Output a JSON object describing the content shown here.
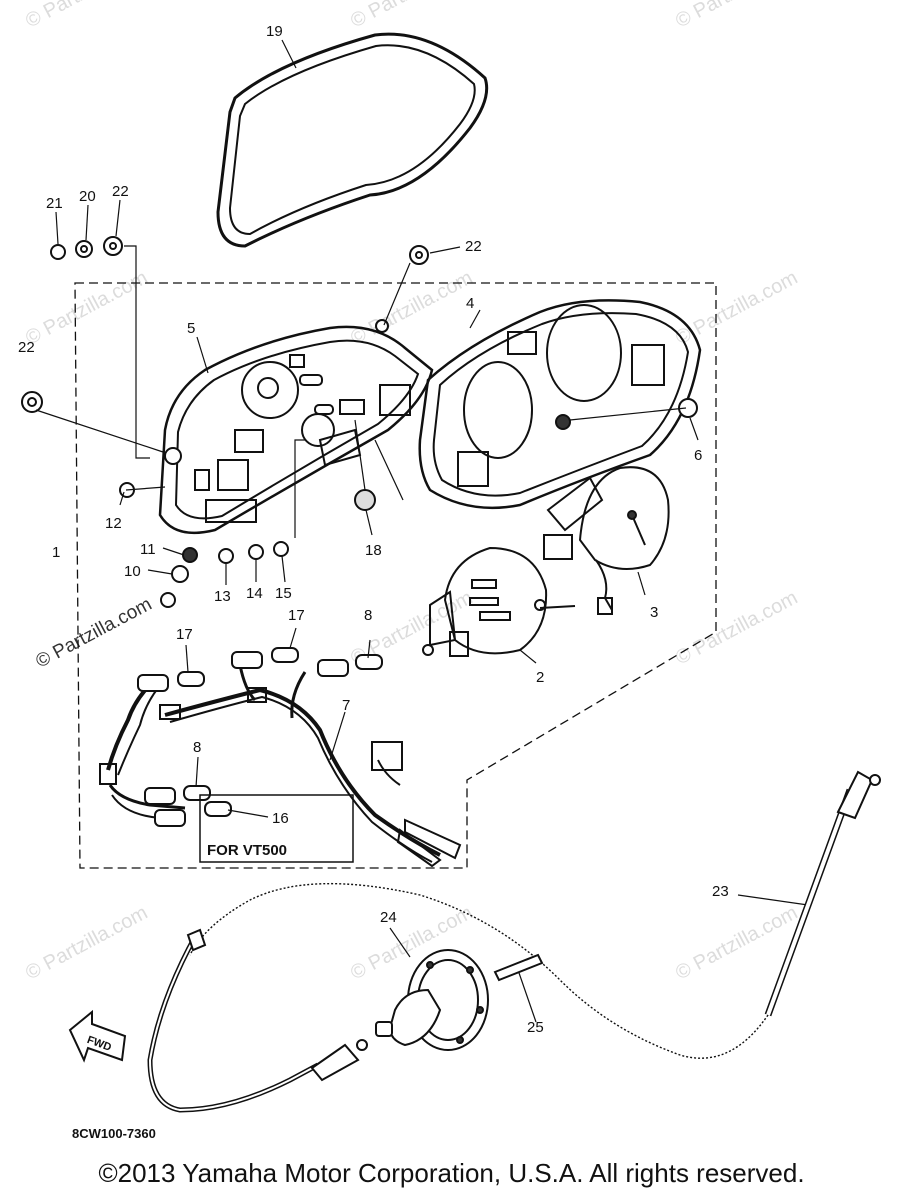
{
  "watermark": "© Partzilla.com",
  "diagram_code": "8CW100-7360",
  "box_label": "FOR VT500",
  "fwd_label": "FWD",
  "copyright": "©2013 Yamaha Motor Corporation, U.S.A. All rights reserved.",
  "callouts": [
    "1",
    "2",
    "3",
    "4",
    "5",
    "6",
    "7",
    "8",
    "8",
    "10",
    "11",
    "12",
    "13",
    "14",
    "15",
    "16",
    "17",
    "17",
    "18",
    "19",
    "20",
    "21",
    "22",
    "22",
    "22",
    "23",
    "24",
    "25"
  ]
}
